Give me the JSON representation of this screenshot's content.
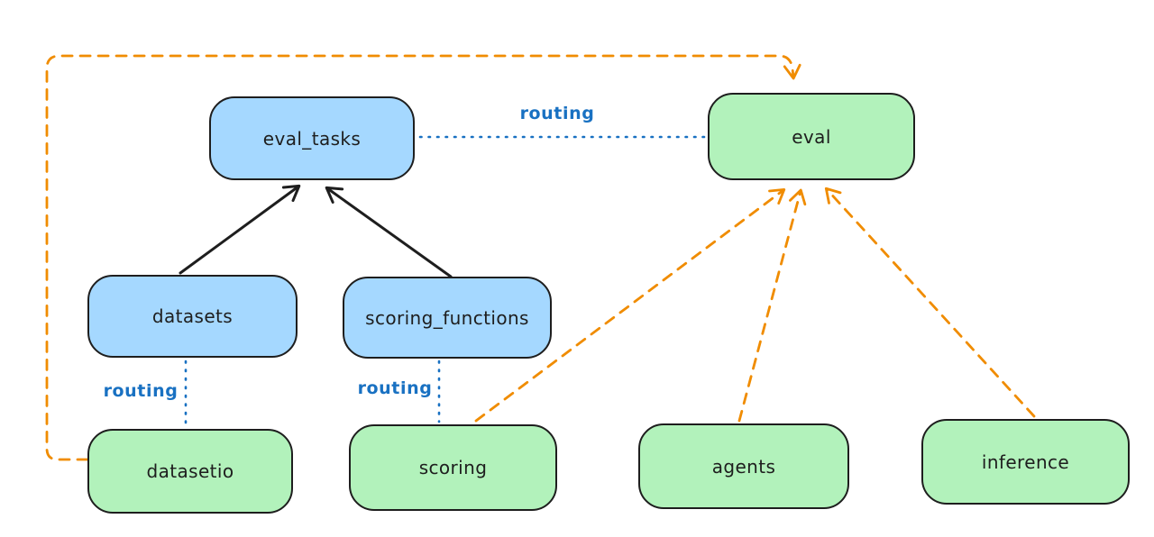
{
  "diagram": {
    "palette": {
      "background": "#ffffff",
      "node_stroke": "#1e1e1e",
      "blue_fill": "#a5d8ff",
      "green_fill": "#b2f2bb",
      "routing_blue": "#1971c2",
      "orange": "#f08c00",
      "black_arrow": "#1e1e1e"
    },
    "nodes": [
      {
        "id": "eval_tasks",
        "label": "eval_tasks",
        "fill": "#a5d8ff"
      },
      {
        "id": "eval",
        "label": "eval",
        "fill": "#b2f2bb"
      },
      {
        "id": "datasets",
        "label": "datasets",
        "fill": "#a5d8ff"
      },
      {
        "id": "scoring_functions",
        "label": "scoring_functions",
        "fill": "#a5d8ff"
      },
      {
        "id": "datasetio",
        "label": "datasetio",
        "fill": "#b2f2bb"
      },
      {
        "id": "scoring",
        "label": "scoring",
        "fill": "#b2f2bb"
      },
      {
        "id": "agents",
        "label": "agents",
        "fill": "#b2f2bb"
      },
      {
        "id": "inference",
        "label": "inference",
        "fill": "#b2f2bb"
      }
    ],
    "edges": [
      {
        "from": "datasets",
        "to": "eval_tasks",
        "style": "solid",
        "color": "#1e1e1e",
        "arrow": true
      },
      {
        "from": "scoring_functions",
        "to": "eval_tasks",
        "style": "solid",
        "color": "#1e1e1e",
        "arrow": true
      },
      {
        "from": "eval_tasks",
        "to": "eval",
        "style": "dotted",
        "color": "#1971c2",
        "arrow": false,
        "label": "routing"
      },
      {
        "from": "datasets",
        "to": "datasetio",
        "style": "dotted",
        "color": "#1971c2",
        "arrow": false,
        "label": "routing"
      },
      {
        "from": "scoring_functions",
        "to": "scoring",
        "style": "dotted",
        "color": "#1971c2",
        "arrow": false,
        "label": "routing"
      },
      {
        "from": "scoring",
        "to": "eval",
        "style": "dashed",
        "color": "#f08c00",
        "arrow": true
      },
      {
        "from": "agents",
        "to": "eval",
        "style": "dashed",
        "color": "#f08c00",
        "arrow": true
      },
      {
        "from": "inference",
        "to": "eval",
        "style": "dashed",
        "color": "#f08c00",
        "arrow": true
      },
      {
        "from": "datasetio",
        "to": "eval",
        "style": "dashed",
        "color": "#f08c00",
        "arrow": true,
        "route": "left-and-over-top"
      }
    ]
  }
}
